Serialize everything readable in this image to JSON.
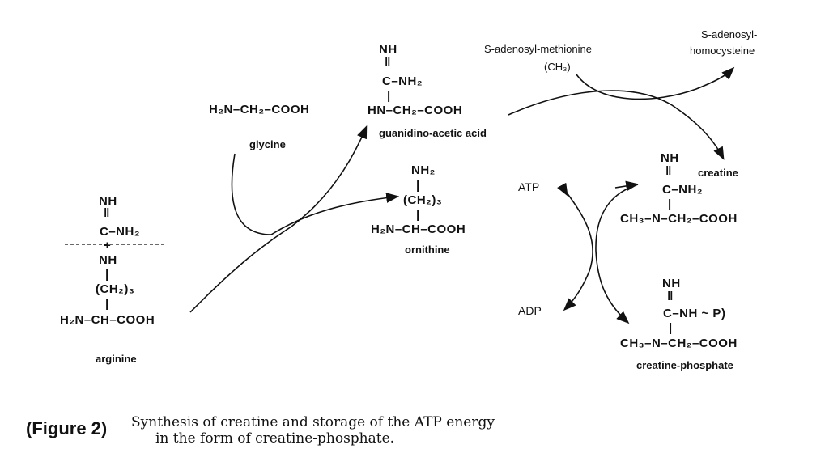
{
  "arginine": {
    "nh": "NH",
    "eq": "‖",
    "c_nh2": "C–NH₂",
    "plus": "+",
    "nh2": "NH",
    "bar": "|",
    "ch2_3": "(CH₂)₃",
    "bar2": "|",
    "backbone": "H₂N–CH–COOH",
    "name": "arginine"
  },
  "glycine": {
    "formula": "H₂N–CH₂–COOH",
    "name": "glycine"
  },
  "guanidinoacetic": {
    "nh": "NH",
    "eq": "‖",
    "c_nh2": "C–NH₂",
    "bar": "|",
    "backbone": "HN–CH₂–COOH",
    "name": "guanidino-acetic acid"
  },
  "ornithine": {
    "nh2": "NH₂",
    "bar": "|",
    "ch2_3": "(CH₂)₃",
    "bar2": "|",
    "backbone": "H₂N–CH–COOH",
    "name": "ornithine"
  },
  "sam": {
    "name": "S-adenosyl-methionine",
    "ch3": "(CH₃)"
  },
  "sah": {
    "line1": "S-adenosyl-",
    "line2": "homocysteine"
  },
  "creatine": {
    "nh": "NH",
    "eq": "‖",
    "c_nh2": "C–NH₂",
    "bar": "|",
    "backbone": "CH₃–N–CH₂–COOH",
    "name": "creatine"
  },
  "phosphocreatine": {
    "nh": "NH",
    "eq": "‖",
    "c_nh": "C–NH ~ P)",
    "bar": "|",
    "backbone": "CH₃–N–CH₂–COOH",
    "name": "creatine-phosphate"
  },
  "atp": "ATP",
  "adp": "ADP",
  "caption": {
    "tag": "(Figure 2)",
    "line1": "Synthesis of creatine and storage of the ATP energy",
    "line2": "in the form of creatine-phosphate."
  }
}
